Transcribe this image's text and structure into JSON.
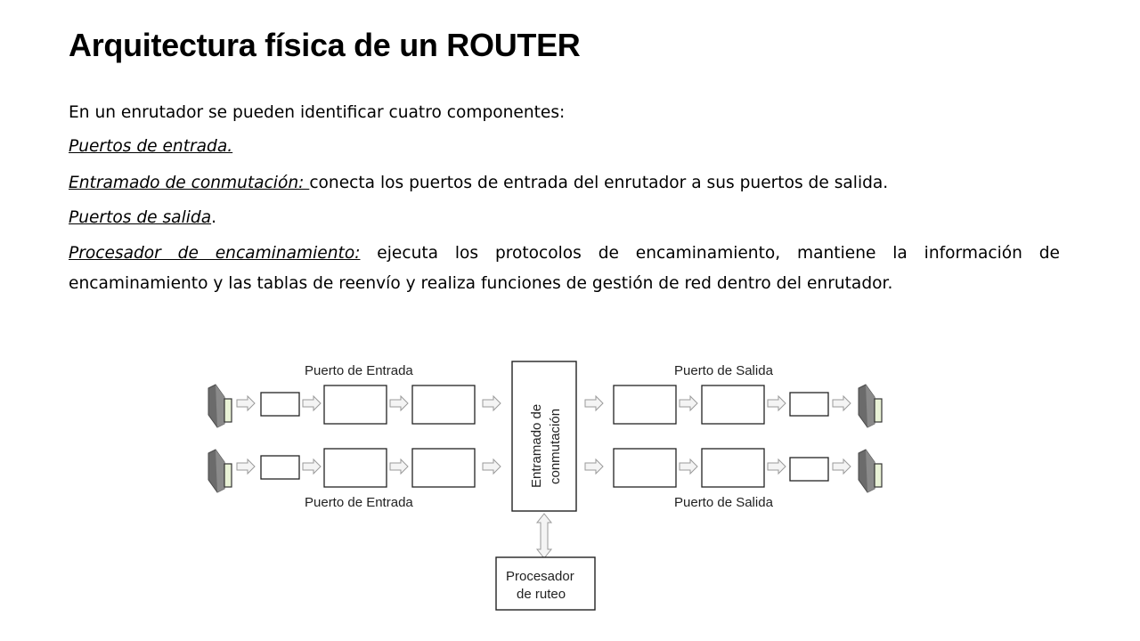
{
  "slide": {
    "title": "Arquitectura física de un ROUTER",
    "intro": "En un enrutador se pueden identificar cuatro componentes:",
    "items": [
      {
        "term": "Puertos de entrada.",
        "text": ""
      },
      {
        "term": "Entramado de conmutación: ",
        "text": "conecta los puertos de entrada del enrutador a sus puertos de salida."
      },
      {
        "term": "Puertos de salida",
        "text": "."
      },
      {
        "term": "Procesador de encaminamiento:",
        "text": " ejecuta los protocolos de encaminamiento, mantiene la información de encaminamiento y las tablas de reenvío y realiza funciones de gestión de red dentro del enrutador."
      }
    ]
  },
  "diagram": {
    "input_port_top": "Puerto de Entrada",
    "input_port_bottom": "Puerto de Entrada",
    "output_port_top": "Puerto de Salida",
    "output_port_bottom": "Puerto de Salida",
    "switch_fabric_line1": "Entramado de",
    "switch_fabric_line2": "conmutación",
    "processor_line1": "Procesador",
    "processor_line2": "de ruteo"
  }
}
